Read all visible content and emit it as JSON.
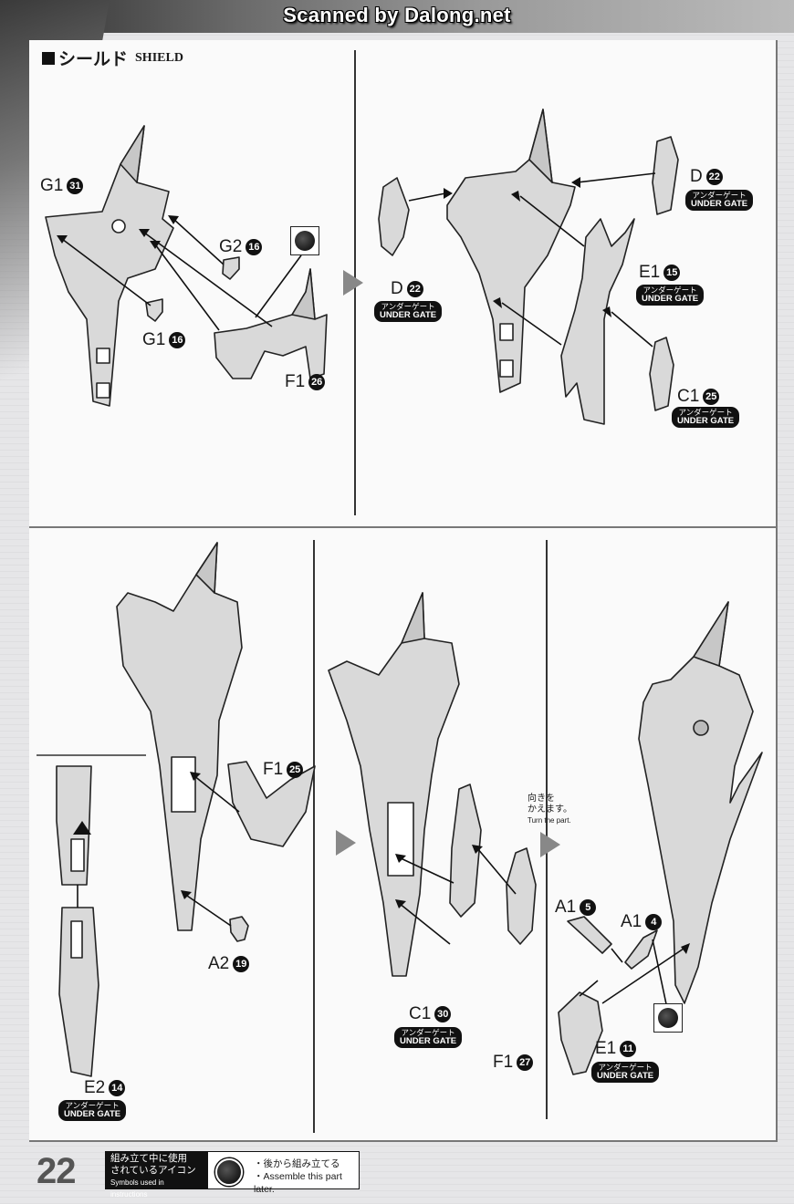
{
  "watermark": "Scanned by Dalong.net",
  "section": {
    "title_jp": "シールド",
    "title_en": "SHIELD"
  },
  "gate": {
    "jp": "アンダーゲート",
    "en": "UNDER GATE"
  },
  "labels": {
    "g1_31": {
      "letter": "G1",
      "num": "31"
    },
    "g2_16": {
      "letter": "G2",
      "num": "16"
    },
    "g1_16": {
      "letter": "G1",
      "num": "16"
    },
    "f1_26": {
      "letter": "F1",
      "num": "26"
    },
    "d_22_left": {
      "letter": "D",
      "num": "22"
    },
    "d_22_right": {
      "letter": "D",
      "num": "22"
    },
    "e1_15": {
      "letter": "E1",
      "num": "15"
    },
    "c1_25": {
      "letter": "C1",
      "num": "25"
    },
    "f1_25": {
      "letter": "F1",
      "num": "25"
    },
    "a2_19": {
      "letter": "A2",
      "num": "19"
    },
    "e2_14": {
      "letter": "E2",
      "num": "14"
    },
    "c1_30": {
      "letter": "C1",
      "num": "30"
    },
    "f1_27": {
      "letter": "F1",
      "num": "27"
    },
    "a1_5": {
      "letter": "A1",
      "num": "5"
    },
    "a1_4": {
      "letter": "A1",
      "num": "4"
    },
    "e1_11": {
      "letter": "E1",
      "num": "11"
    }
  },
  "turn_note": {
    "jp_line1": "向きを",
    "jp_line2": "かえます。",
    "en": "Turn the part."
  },
  "footer": {
    "page_number": "22",
    "legend_jp_line1": "組み立て中に使用",
    "legend_jp_line2": "されているアイコン",
    "legend_en": "Symbols used in instructions",
    "assemble_jp": "・後から組み立てる",
    "assemble_en": "・Assemble this part later."
  }
}
